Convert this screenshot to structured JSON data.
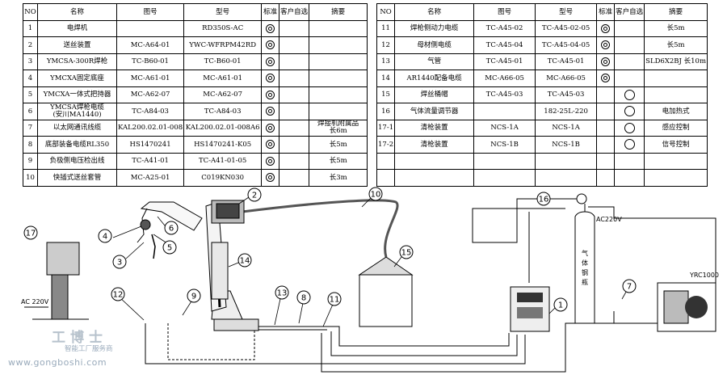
{
  "table_left": {
    "headers": [
      "NO",
      "名称",
      "图号",
      "型号",
      "标准",
      "客户自选",
      "摘要"
    ],
    "rows": [
      {
        "no": "1",
        "name": "电焊机",
        "drawing": "",
        "model": "RD350S-AC",
        "std": true,
        "opt": false,
        "note": ""
      },
      {
        "no": "2",
        "name": "送丝装置",
        "drawing": "MC-A64-01",
        "model": "YWC-WFRPM42RD",
        "std": true,
        "opt": false,
        "note": ""
      },
      {
        "no": "3",
        "name": "YMCSA-300R焊枪",
        "drawing": "TC-B60-01",
        "model": "TC-B60-01",
        "std": true,
        "opt": false,
        "note": ""
      },
      {
        "no": "4",
        "name": "YMCXA固定底座",
        "drawing": "MC-A61-01",
        "model": "MC-A61-01",
        "std": true,
        "opt": false,
        "note": ""
      },
      {
        "no": "5",
        "name": "YMCXA一体式把持器",
        "drawing": "MC-A62-07",
        "model": "MC-A62-07",
        "std": true,
        "opt": false,
        "note": ""
      },
      {
        "no": "6",
        "name": "YMCSA焊枪电缆\n(安川MA1440)",
        "drawing": "TC-A84-03",
        "model": "TC-A84-03",
        "std": true,
        "opt": false,
        "note": ""
      },
      {
        "no": "7",
        "name": "以太网通讯线缆",
        "drawing": "KAL200.02.01-008",
        "model": "KAL200.02.01-008A6",
        "std": true,
        "opt": false,
        "note": "焊接机附属品\n长6m"
      },
      {
        "no": "8",
        "name": "底部装备电缆RL350",
        "drawing": "HS1470241",
        "model": "HS1470241-K05",
        "std": true,
        "opt": false,
        "note": "长5m"
      },
      {
        "no": "9",
        "name": "负极侧电压检出线",
        "drawing": "TC-A41-01",
        "model": "TC-A41-01-05",
        "std": true,
        "opt": false,
        "note": "长5m"
      },
      {
        "no": "10",
        "name": "快插式送丝套管",
        "drawing": "MC-A25-01",
        "model": "C019KN030",
        "std": true,
        "opt": false,
        "note": "长3m"
      }
    ]
  },
  "table_right": {
    "headers": [
      "NO",
      "名称",
      "图号",
      "型号",
      "标准",
      "客户自选",
      "摘要"
    ],
    "rows": [
      {
        "no": "11",
        "name": "焊枪侧动力电缆",
        "drawing": "TC-A45-02",
        "model": "TC-A45-02-05",
        "std": true,
        "opt": false,
        "note": "长5m"
      },
      {
        "no": "12",
        "name": "母材侧电缆",
        "drawing": "TC-A45-04",
        "model": "TC-A45-04-05",
        "std": true,
        "opt": false,
        "note": "长5m"
      },
      {
        "no": "13",
        "name": "气管",
        "drawing": "TC-A45-01",
        "model": "TC-A45-01",
        "std": true,
        "opt": false,
        "note": "SLD6X2BJ 长10m"
      },
      {
        "no": "14",
        "name": "AR1440配备电缆",
        "drawing": "MC-A66-05",
        "model": "MC-A66-05",
        "std": true,
        "opt": false,
        "note": ""
      },
      {
        "no": "15",
        "name": "焊丝桶帽",
        "drawing": "TC-A45-03",
        "model": "TC-A45-03",
        "std": false,
        "opt": true,
        "note": ""
      },
      {
        "no": "16",
        "name": "气体流量调节器",
        "drawing": "",
        "model": "182-25L-220",
        "std": false,
        "opt": true,
        "note": "电加热式"
      },
      {
        "no": "17-1",
        "name": "清枪装置",
        "drawing": "NCS-1A",
        "model": "NCS-1A",
        "std": false,
        "opt": true,
        "note": "感应控制"
      },
      {
        "no": "17-2",
        "name": "清枪装置",
        "drawing": "NCS-1B",
        "model": "NCS-1B",
        "std": false,
        "opt": true,
        "note": "信号控制"
      },
      {
        "no": "",
        "name": "",
        "drawing": "",
        "model": "",
        "std": false,
        "opt": false,
        "note": ""
      },
      {
        "no": "",
        "name": "",
        "drawing": "",
        "model": "",
        "std": false,
        "opt": false,
        "note": ""
      }
    ]
  },
  "diagram": {
    "label_ac_left": "AC 220V",
    "label_ac_right": "AC220V",
    "label_gas": "气\n体\n钢\n瓶",
    "label_yrc": "YRC1000",
    "callouts": [
      "1",
      "2",
      "3",
      "4",
      "5",
      "6",
      "7",
      "8",
      "9",
      "10",
      "11",
      "12",
      "13",
      "14",
      "15",
      "16",
      "17"
    ]
  },
  "watermark": {
    "brand": "工博士",
    "sub": "智能工厂服务商",
    "site": "www.gongboshi.com"
  }
}
